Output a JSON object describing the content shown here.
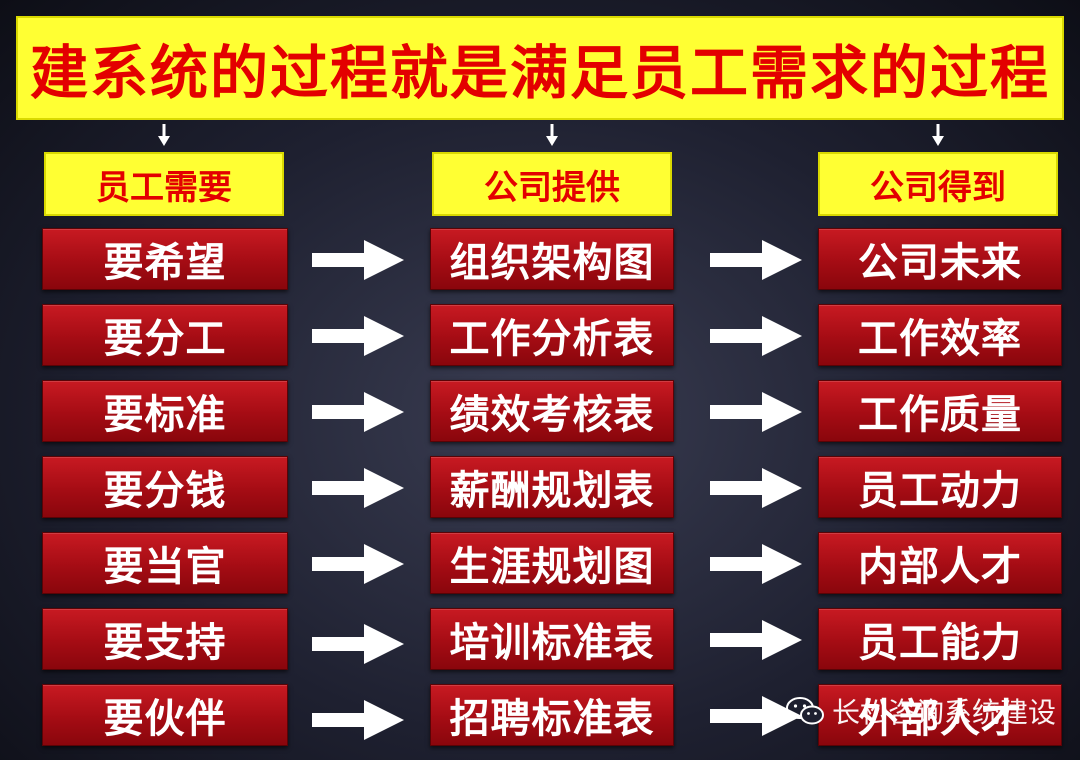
{
  "title": "建系统的过程就是满足员工需求的过程",
  "colors": {
    "title_bg": "#ffff33",
    "title_text": "#e30000",
    "box_red": "#b0101a",
    "box_text": "#ffffff",
    "arrow": "#ffffff"
  },
  "columns": [
    {
      "header": "员工需要",
      "items": [
        "要希望",
        "要分工",
        "要标准",
        "要分钱",
        "要当官",
        "要支持",
        "要伙伴"
      ]
    },
    {
      "header": "公司提供",
      "items": [
        "组织架构图",
        "工作分析表",
        "绩效考核表",
        "薪酬规划表",
        "生涯规划图",
        "培训标准表",
        "招聘标准表"
      ]
    },
    {
      "header": "公司得到",
      "items": [
        "公司未来",
        "工作效率",
        "工作质量",
        "员工动力",
        "内部人才",
        "员工能力",
        "外部人才"
      ]
    }
  ],
  "watermark": {
    "icon": "wechat-icon",
    "text": "长松咨询系统建设"
  }
}
